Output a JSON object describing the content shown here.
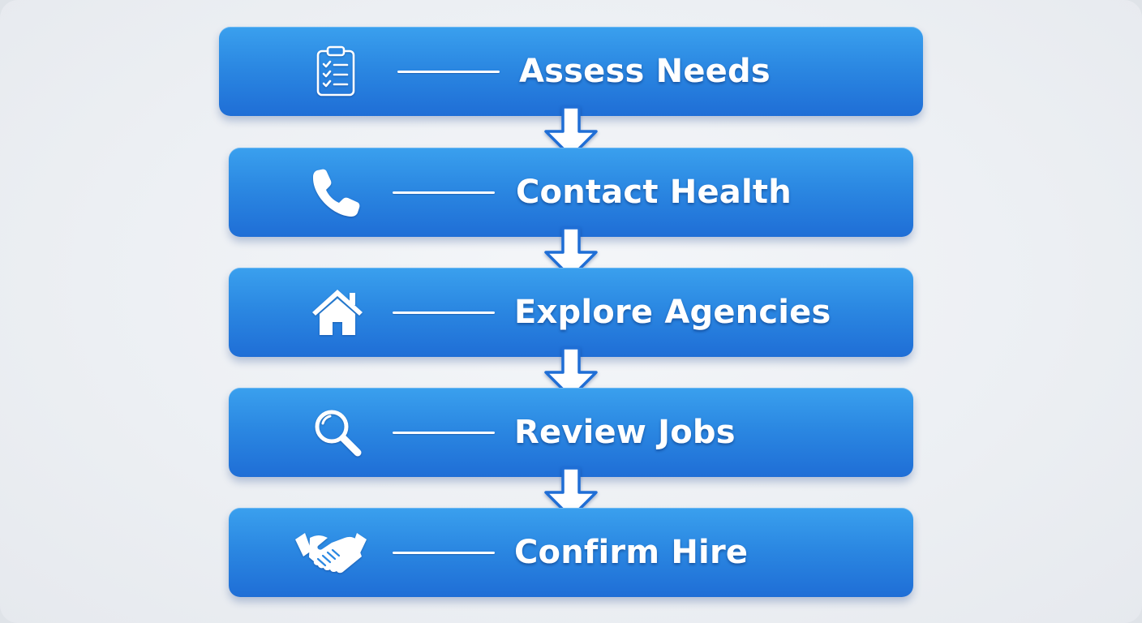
{
  "steps": [
    {
      "label": "Assess Needs",
      "icon": "clipboard-checklist-icon"
    },
    {
      "label": "Contact Health",
      "icon": "phone-icon"
    },
    {
      "label": "Explore Agencies",
      "icon": "house-icon"
    },
    {
      "label": "Review Jobs",
      "icon": "magnifier-icon"
    },
    {
      "label": "Confirm Hire",
      "icon": "handshake-icon"
    }
  ],
  "colors": {
    "box_top": "#3aa0ee",
    "box_bottom": "#1f6ed6",
    "arrow_stroke": "#1f6ed6",
    "text": "#ffffff",
    "background": "#eceff3"
  }
}
